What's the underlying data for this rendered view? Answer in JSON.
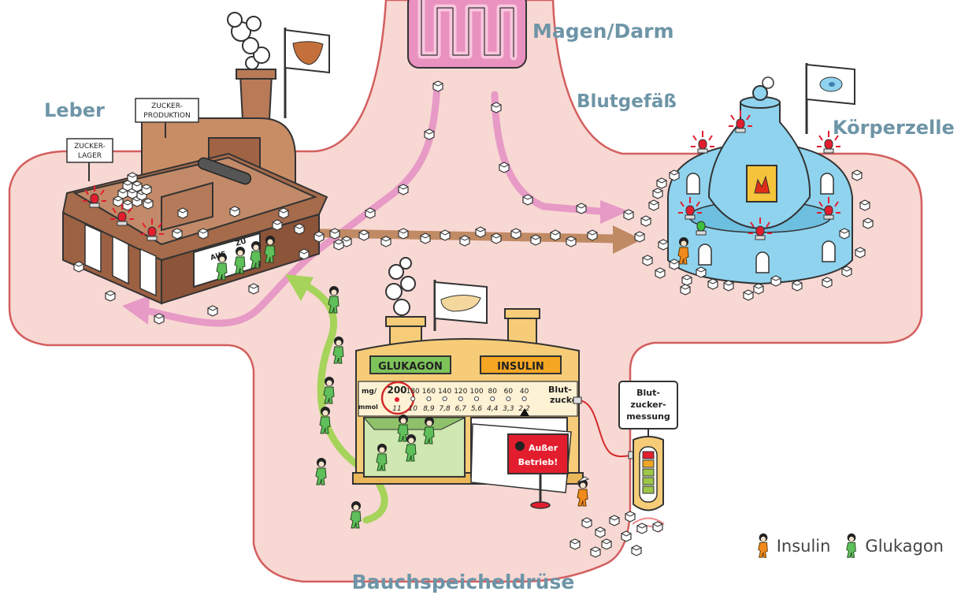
{
  "labels": {
    "magen_darm": "Magen/Darm",
    "blutgefaess": "Blutgefäß",
    "leber": "Leber",
    "koerperzelle": "Körperzelle",
    "bauchspeicheldruese": "Bauchspeicheldrüse"
  },
  "leber_signs": {
    "zucker_produktion": [
      "ZUCKER-",
      "PRODUKTION"
    ],
    "zucker_lager": [
      "ZUCKER-",
      "LAGER"
    ],
    "door_auf": "AUF",
    "door_zu": "ZU"
  },
  "pancreas": {
    "glukagon_sign": "GLUKAGON",
    "insulin_sign": "INSULIN",
    "unit_mg": "mg/",
    "unit_mmol": "mmol",
    "gauge_label": [
      "Blut-",
      "zucker"
    ],
    "mg_values": [
      "200",
      "180",
      "160",
      "140",
      "120",
      "100",
      "80",
      "60",
      "40"
    ],
    "mmol_values": [
      "11",
      "10",
      "8,9",
      "7,8",
      "6,7",
      "5,6",
      "4,4",
      "3,3",
      "2,2"
    ],
    "out_of_order": [
      "Außer",
      "Betrieb!"
    ]
  },
  "meter": {
    "label": [
      "Blut-",
      "zucker-",
      "messung"
    ]
  },
  "legend": {
    "insulin": "Insulin",
    "glukagon": "Glukagon"
  },
  "colors": {
    "vessel": "#f8d8d3",
    "vessel_border": "#d35f5f",
    "label": "#6e95a7",
    "liver_building": "#b97a57",
    "cell_dome": "#8fd3ee",
    "pancreas_building": "#f6cc78",
    "insulin_figure": "#f08a1c",
    "glukagon_figure": "#5fbf5a",
    "glukagon_sign": "#7dc35a",
    "insulin_sign": "#f5a623",
    "arrow_pink": "#e79ac6",
    "arrow_brown": "#c08a64",
    "arrow_green": "#a6d35a"
  }
}
